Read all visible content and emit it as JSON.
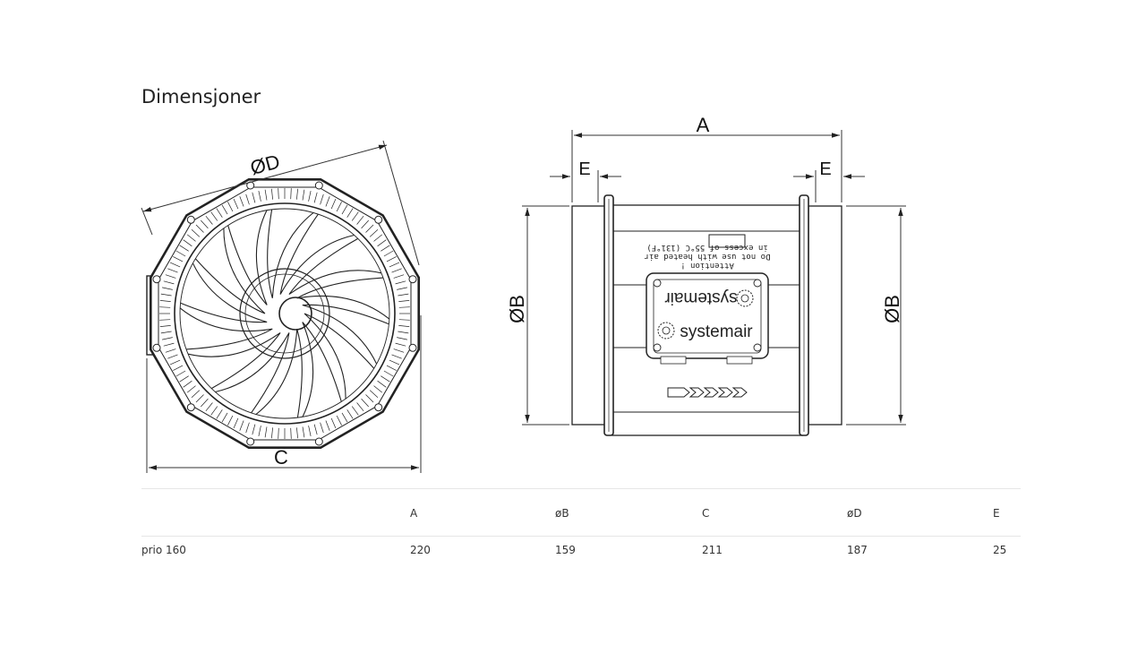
{
  "title": "Dimensjoner",
  "drawing": {
    "front_view_labels": {
      "diameter_d": "ØD",
      "width_c": "C"
    },
    "side_view_labels": {
      "length_a": "A",
      "flange_e_left": "E",
      "flange_e_right": "E",
      "diameter_b_left": "ØB",
      "diameter_b_right": "ØB"
    },
    "warning_label": [
      "Attention !",
      "Do not use with heated air",
      "in excess of 55°C (131°F)"
    ],
    "brand_logo": "systemair"
  },
  "table": {
    "headers": [
      "",
      "A",
      "øB",
      "C",
      "øD",
      "E"
    ],
    "rows": [
      [
        "prio 160",
        "220",
        "159",
        "211",
        "187",
        "25"
      ]
    ]
  }
}
